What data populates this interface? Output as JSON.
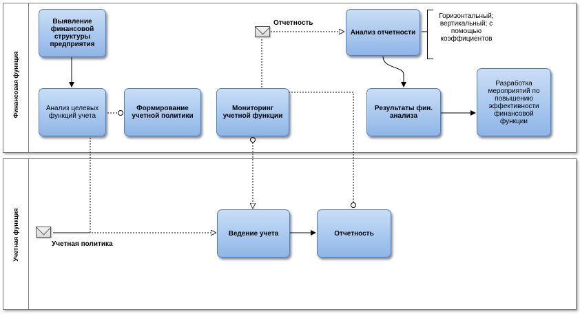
{
  "lanes": {
    "finance": "Финансовая функция",
    "accounting": "Учетная функция"
  },
  "tasks": {
    "identify_structure": "Выявление\nфинансовой\nструктуры\nпредприятия",
    "analyze_goals": "Анализ целевых\nфункций учета",
    "form_policy": "Формирование\nучетной политики",
    "monitoring": "Мониторинг\nучетной функции",
    "report_analysis": "Анализ отчетности",
    "analysis_results": "Результаты фин.\nанализа",
    "measures": "Разработка\nмероприятий по\nповышению\nэффективности\nфинансовой\nфункции",
    "bookkeeping": "Ведение учета",
    "reporting": "Отчетность"
  },
  "messages": {
    "reporting": "Отчетность",
    "accounting_policy": "Учетная политика"
  },
  "annotation": "Горизонтальный;\nвертикальный; с\nпомощью\nкоэффициентов"
}
